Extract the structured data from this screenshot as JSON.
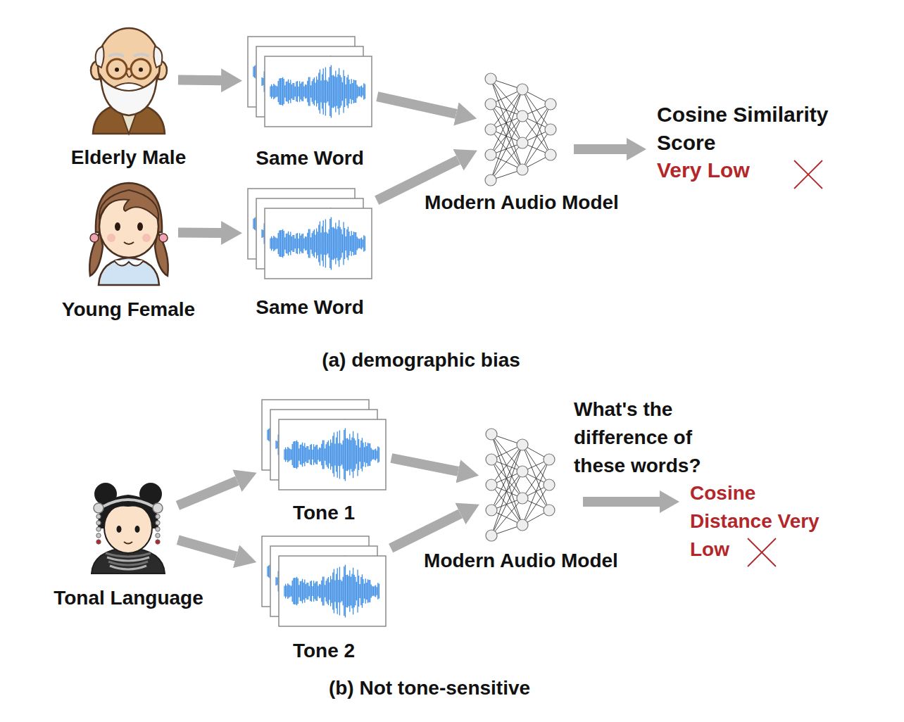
{
  "diagram": {
    "nodes": [
      {
        "text": [
          "Elderly Male"
        ]
      },
      {
        "text": [
          "Same Word"
        ]
      },
      {
        "text": [
          "Young Female"
        ]
      },
      {
        "text": [
          "Same Word"
        ]
      },
      {
        "text": [
          "Modern Audio Model"
        ]
      },
      {
        "text": [
          "Tonal Language"
        ]
      },
      {
        "text": [
          "Tone 1"
        ]
      },
      {
        "text": [
          "Tone 2"
        ]
      },
      {
        "text": [
          "Modern Audio Model"
        ]
      }
    ],
    "edges": [
      {
        "from": 0,
        "to": 1,
        "arrow": "to"
      },
      {
        "from": 2,
        "to": 3,
        "arrow": "to"
      },
      {
        "from": 1,
        "to": 4,
        "arrow": "to"
      },
      {
        "from": 3,
        "to": 4,
        "arrow": "to"
      },
      {
        "from": 5,
        "to": 6,
        "arrow": "to"
      },
      {
        "from": 5,
        "to": 7,
        "arrow": "to"
      },
      {
        "from": 6,
        "to": 8,
        "arrow": "to"
      },
      {
        "from": 7,
        "to": 8,
        "arrow": "to"
      }
    ],
    "labels": [
      "Cosine Similarity Score",
      "Very Low",
      "(a) demographic bias",
      "What's the difference of these words?",
      "Cosine Distance Very Low",
      "(b) Not tone-sensitive"
    ]
  }
}
